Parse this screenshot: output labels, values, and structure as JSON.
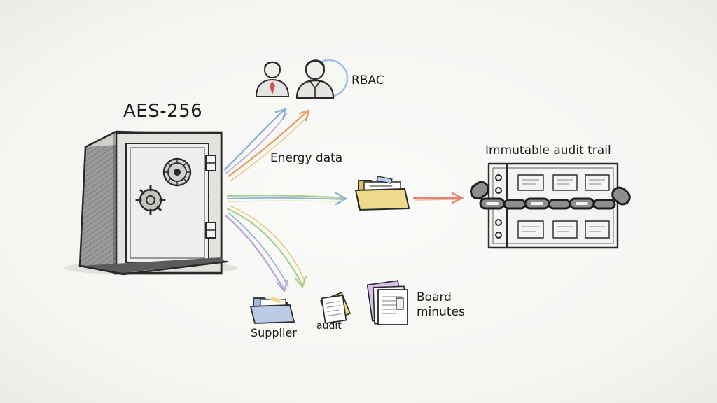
{
  "labels": {
    "encryption": "AES-256",
    "access_control": "RBAC",
    "energy_data": "Energy data",
    "audit_trail": "Immutable audit trail",
    "supplier": "Supplier",
    "audit": "audit",
    "board_minutes": "Board minutes"
  },
  "icons": {
    "safe": "vault-safe-icon",
    "users": "user-icon",
    "energy_folder": "folder-icon",
    "ledger": "ledger-icon",
    "chain": "chain-icon",
    "supplier_folder": "folder-icon",
    "audit_documents": "document-stack-icon",
    "board_documents": "document-stack-icon"
  },
  "colors": {
    "ink": "#2a2a2a",
    "safe_body": "#d9d9d6",
    "safe_shadow": "#8e8e8e",
    "folder_yellow": "#efd98a",
    "folder_blue": "#b9cbe6",
    "arrow_orange": "#e9a06c",
    "arrow_blue": "#8fb2d8",
    "arrow_green": "#a8d08d",
    "arrow_purple": "#b9a6d9",
    "arrow_red": "#e28575",
    "tie_red": "#d9534f"
  }
}
